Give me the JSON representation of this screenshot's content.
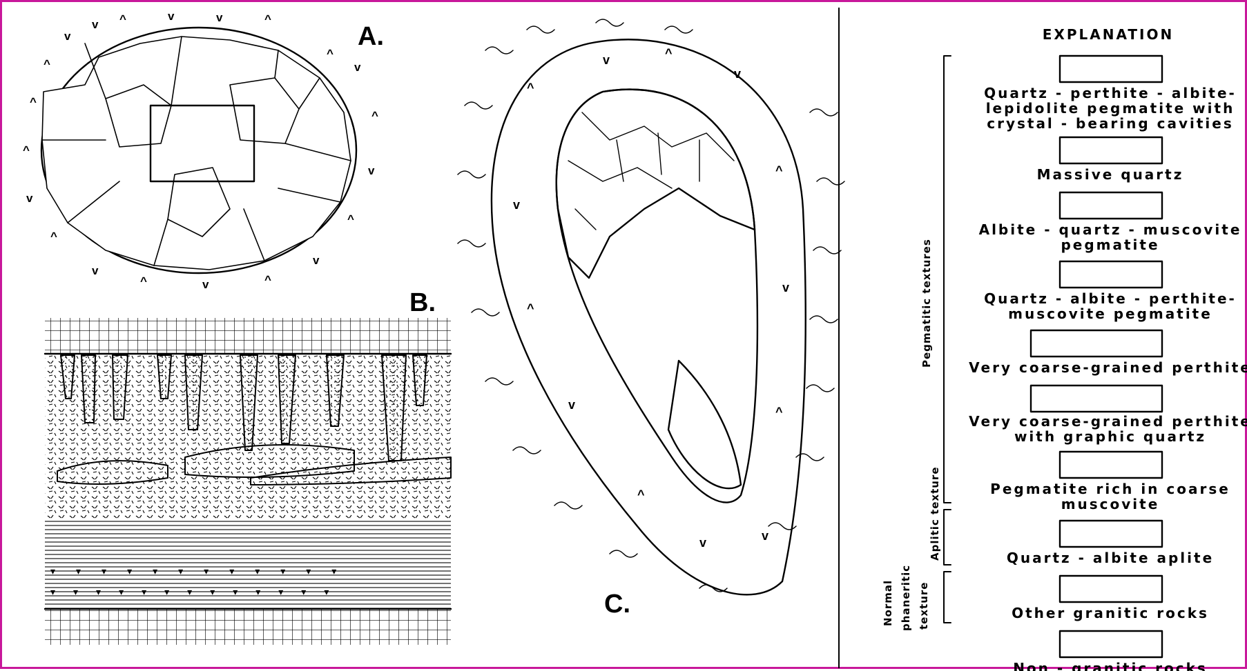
{
  "figure_labels": {
    "a": "A.",
    "b": "B.",
    "c": "C."
  },
  "explanation": {
    "title": "EXPLANATION",
    "groups": {
      "pegmatitic": "Pegmatitic      textures",
      "aplitic": "Aplitic texture",
      "normal": [
        "Normal",
        "phaneritic",
        "texture"
      ]
    },
    "items": [
      {
        "lines": [
          "Quartz - perthite - albite-",
          "lepidolite pegmatite with",
          "crystal - bearing cavities"
        ],
        "pattern": "crosshatch"
      },
      {
        "lines": [
          "Massive quartz"
        ],
        "pattern": "x-marks"
      },
      {
        "lines": [
          "Albite - quartz - muscovite",
          "pegmatite"
        ],
        "pattern": "circles"
      },
      {
        "lines": [
          "Quartz - albite - perthite-",
          "muscovite  pegmatite"
        ],
        "pattern": "dashes"
      },
      {
        "lines": [
          "Very coarse-grained perthite"
        ],
        "pattern": "blocks"
      },
      {
        "lines": [
          "Very coarse-grained perthite",
          "with graphic quartz"
        ],
        "pattern": "graphic"
      },
      {
        "lines": [
          "Pegmatite rich in coarse",
          "muscovite"
        ],
        "pattern": "mica"
      },
      {
        "lines": [
          "Quartz - albite aplite"
        ],
        "pattern": "lines"
      },
      {
        "lines": [
          "Other granitic rocks"
        ],
        "pattern": "v-marks"
      },
      {
        "lines": [
          "Non - granitic  rocks"
        ],
        "pattern": "grid-schist"
      }
    ]
  },
  "colors": {
    "frame_border": "#c8189a",
    "ink": "#000000",
    "background": "#ffffff"
  }
}
